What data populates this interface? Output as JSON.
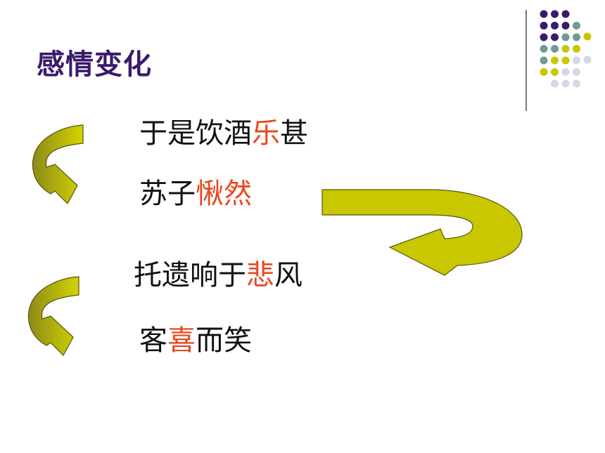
{
  "slide": {
    "title": "感情变化",
    "lines": [
      {
        "before": "于是饮酒",
        "highlight": "乐",
        "after": "甚"
      },
      {
        "before": "苏子",
        "highlight": "愀然",
        "after": ""
      },
      {
        "before": "托遗响于",
        "highlight": "悲",
        "after": "风"
      },
      {
        "before": "客",
        "highlight": "喜",
        "after": "而笑"
      }
    ]
  },
  "colors": {
    "title": "#3b1a6b",
    "highlight": "#e8481f",
    "arrow_fill": "#c9c800",
    "arrow_dark": "#8b8a1a",
    "dot_purple": "#3b1a6b",
    "dot_teal": "#6f9a96",
    "dot_yellow": "#c9c800",
    "dot_light": "#d8d6e6"
  }
}
